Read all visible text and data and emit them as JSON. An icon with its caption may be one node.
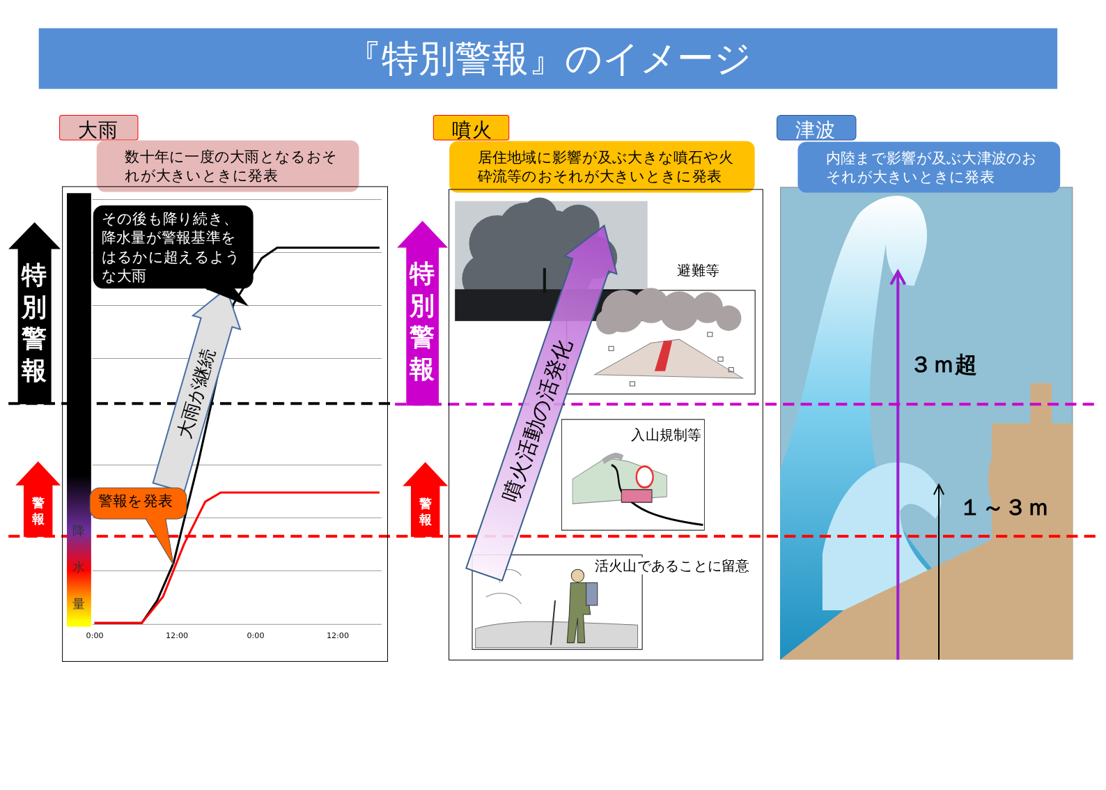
{
  "diagram": {
    "title": "『特別警報』のイメージ",
    "nodes": [
      {
        "text": [
          "大雨"
        ]
      },
      {
        "text": [
          "数十年に一度の大雨となるおそれが大きいときに発表"
        ]
      },
      {
        "text": [],
        "shape": "box"
      },
      {
        "text": [
          "降水量"
        ],
        "in": 2
      },
      {
        "text": [
          "その後も降り続き、降水量が警報基準をはるかに超えるような大雨"
        ],
        "in": 2
      },
      {
        "text": [
          "警報を発表"
        ],
        "in": 2
      },
      {
        "text": [
          "特別警報"
        ]
      },
      {
        "text": [
          "警報"
        ]
      },
      {
        "text": [
          "噴火"
        ]
      },
      {
        "text": [
          "居住地域に影響が及ぶ大きな噴石や火砕流等のおそれが大きいときに発表"
        ]
      },
      {
        "text": [],
        "shape": "box"
      },
      {
        "text": [],
        "shape": "picture",
        "in": 10
      },
      {
        "text": [],
        "shape": "picture",
        "beside": [
          "避難等"
        ],
        "in": 10
      },
      {
        "text": [
          "入山規制等"
        ],
        "in": 10
      },
      {
        "text": [],
        "shape": "picture",
        "beside": [
          "活火山であることに留意"
        ],
        "in": 10
      },
      {
        "text": [
          "噴火活動の活発化"
        ],
        "in": 10
      },
      {
        "text": [
          "特別警報"
        ]
      },
      {
        "text": [
          "警報"
        ]
      },
      {
        "text": [
          "津波"
        ]
      },
      {
        "text": [
          "内陸まで影響が及ぶ大津波のおそれが大きいときに発表"
        ]
      },
      {
        "text": [],
        "shape": "picture"
      }
    ],
    "edges": [
      {
        "from": 5,
        "to": 4,
        "arrow": "to",
        "label": "大雨が継続"
      }
    ],
    "labels": [
      "0:00",
      "12:00",
      "0:00",
      "12:00",
      "３ｍ超",
      "１～３ｍ"
    ]
  }
}
